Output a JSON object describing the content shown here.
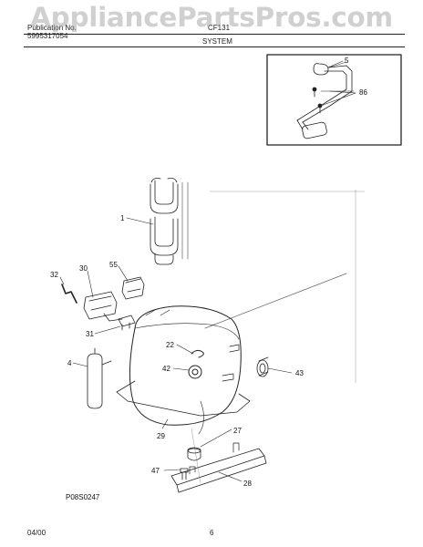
{
  "header": {
    "publication_label": "Publication No.",
    "publication_number": "5995317054",
    "model": "CF131",
    "section": "SYSTEM"
  },
  "watermark": "AppliancePartsPros.com",
  "diagram": {
    "reference_code": "P08S0247",
    "callouts": {
      "c5": "5",
      "c86": "86",
      "c1": "1",
      "c55": "55",
      "c30": "30",
      "c32": "32",
      "c31": "31",
      "c4": "4",
      "c22": "22",
      "c42": "42",
      "c43": "43",
      "c29": "29",
      "c27": "27",
      "c47": "47",
      "c28": "28"
    }
  },
  "footer": {
    "date": "04/00",
    "page": "6"
  },
  "colors": {
    "line": "#222222",
    "watermark": "#969696"
  }
}
